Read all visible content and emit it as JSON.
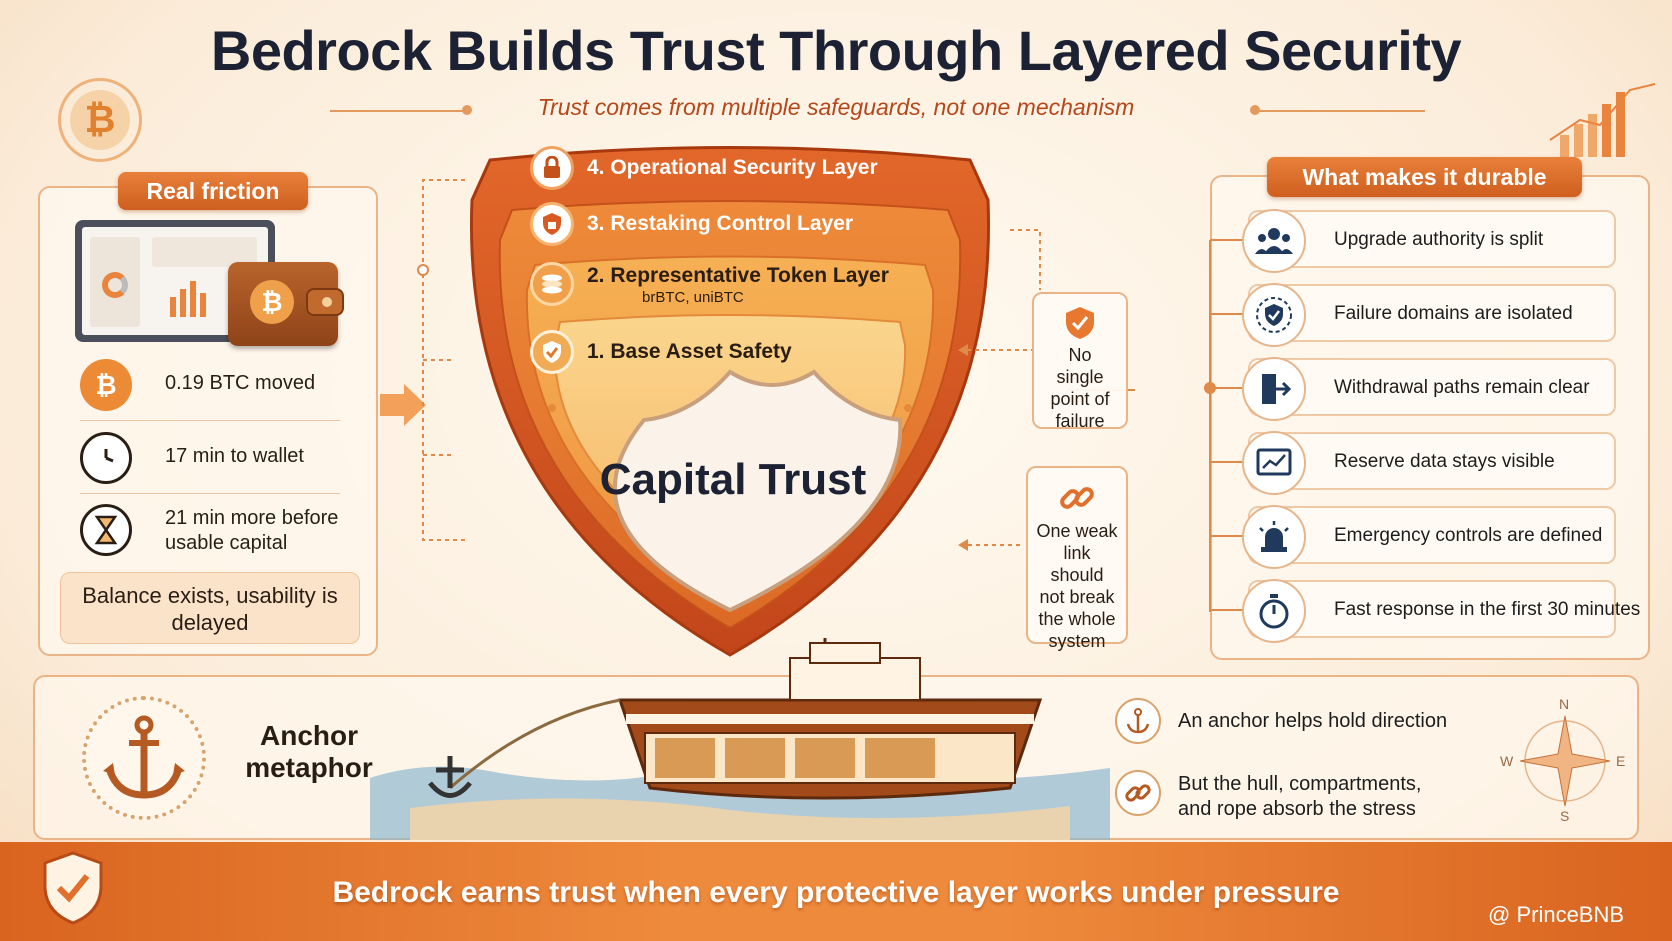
{
  "header": {
    "title": "Bedrock Builds Trust Through Layered Security",
    "subtitle": "Trust comes from multiple safeguards, not one mechanism"
  },
  "left_panel": {
    "heading": "Real friction",
    "metrics": [
      {
        "icon": "bitcoin-icon",
        "text": "0.19 BTC moved"
      },
      {
        "icon": "clock-icon",
        "text": "17 min to wallet"
      },
      {
        "icon": "hourglass-icon",
        "text": "21 min more before usable capital"
      }
    ],
    "note": "Balance exists, usability is delayed"
  },
  "shield": {
    "layers": [
      {
        "label": "4. Operational Security Layer",
        "icon": "lock-icon"
      },
      {
        "label": "3. Restaking Control Layer",
        "icon": "shield-lock-icon"
      },
      {
        "label": "2. Representative Token Layer",
        "sublabel": "brBTC, uniBTC",
        "icon": "stack-icon"
      },
      {
        "label": "1. Base Asset Safety",
        "icon": "check-shield-icon"
      }
    ],
    "core": "Capital Trust"
  },
  "side_notes": {
    "single_point": "No single point of failure",
    "weak_link": "One weak link should not break the whole system"
  },
  "right_panel": {
    "heading": "What makes it durable",
    "items": [
      {
        "label": "Upgrade authority is split",
        "icon": "people-icon"
      },
      {
        "label": "Failure domains are isolated",
        "icon": "shield-icon"
      },
      {
        "label": "Withdrawal paths remain clear",
        "icon": "exit-door-icon"
      },
      {
        "label": "Reserve data stays visible",
        "icon": "chart-monitor-icon"
      },
      {
        "label": "Emergency controls are defined",
        "icon": "alarm-icon"
      },
      {
        "label": "Fast response in the first 30 minutes",
        "icon": "stopwatch-icon"
      }
    ]
  },
  "anchor": {
    "title": "Anchor metaphor",
    "lines": [
      {
        "text": "An anchor helps hold direction",
        "icon": "anchor-icon"
      },
      {
        "text": "But the hull, compartments, and rope absorb the stress",
        "icon": "chain-link-icon"
      }
    ],
    "compass": [
      "N",
      "E",
      "S",
      "W"
    ]
  },
  "footer": {
    "text": "Bedrock earns trust when every protective layer works under pressure",
    "credit": "@ PrinceBNB"
  },
  "colors": {
    "accent": "#e0702c",
    "dark_orange": "#c4501a",
    "title": "#1c2233",
    "background": "#fbecd9"
  }
}
